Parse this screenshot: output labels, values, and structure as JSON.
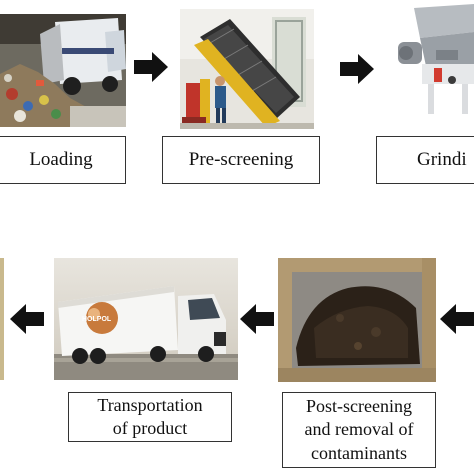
{
  "steps": {
    "loading": {
      "label": "Loading",
      "image": "garbage-truck-unloading-photo"
    },
    "pre_screening": {
      "label": "Pre-screening",
      "image": "inclined-screen-machine-photo"
    },
    "grinding": {
      "label": "Grindi",
      "image": "industrial-shredder-photo"
    },
    "transportation": {
      "label_line1": "Transportation",
      "label_line2": "of product",
      "image": "holpol-truck-photo",
      "truck_brand": "HOLPOL"
    },
    "post_screening": {
      "label_line1": "Post-screening",
      "label_line2": "and removal of",
      "label_line3": "contaminants",
      "image": "compost-sieve-photo"
    }
  },
  "arrows": {
    "direction_row1": "right",
    "direction_row2": "left",
    "color": "#111111"
  }
}
